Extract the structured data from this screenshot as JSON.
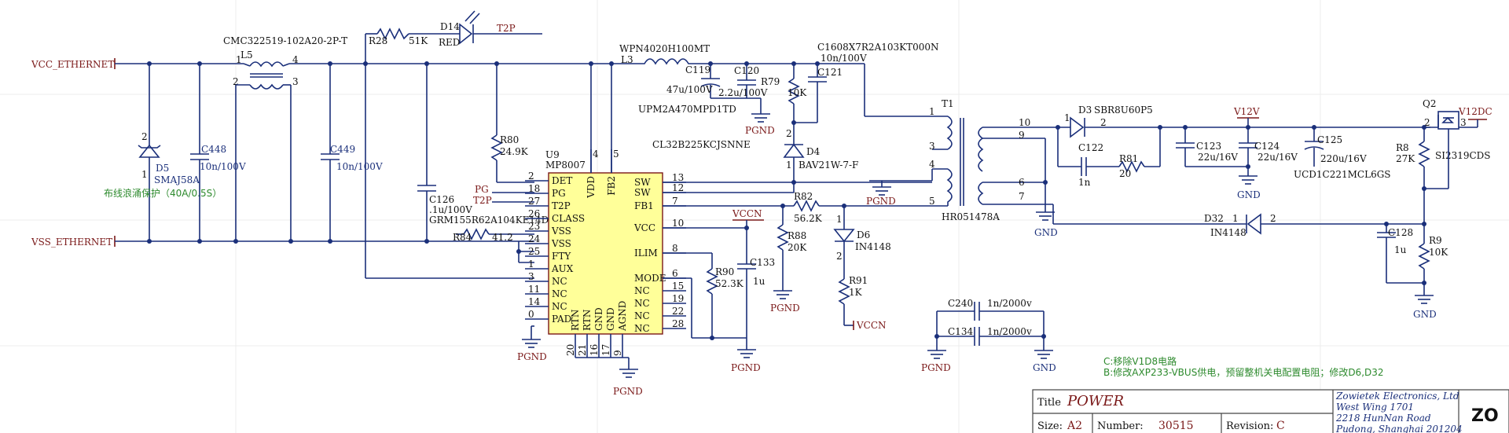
{
  "nets": {
    "vcc_eth": "VCC_ETHERNET",
    "vss_eth": "VSS_ETHERNET",
    "pg": "PG",
    "t2p_in": "T2P",
    "t2p_out": "T2P",
    "vccn1": "VCCN",
    "vccn2": "VCCN",
    "v12v": "V12V",
    "v12dc": "V12DC"
  },
  "grounds": {
    "pgnd": "PGND",
    "gnd": "GND"
  },
  "parts": {
    "l5_part": "CMC322519-102A20-2P-T",
    "l5": "L5",
    "l5_p1": "1",
    "l5_p2": "2",
    "l5_p3": "3",
    "l5_p4": "4",
    "d5": "D5",
    "d5_val": "SMAJ58A",
    "d5_note": "布线浪涌保护（40A/0.5S）",
    "c448": "C448",
    "c448_val": "10n/100V",
    "c449": "C449",
    "c449_val": "10n/100V",
    "r28": "R28",
    "r28_val": "51K",
    "d14": "D14",
    "d14_val": "RED",
    "l3_part": "WPN4020H100MT",
    "l3": "L3",
    "c119": "C119",
    "c119_val": "47u/100V",
    "c120": "C120",
    "c120_val": "2.2u/100V",
    "c119_part": "UPM2A470MPD1TD",
    "c121_part": "C1608X7R2A103KT000N",
    "c121": "C121",
    "c121_val": "10n/100V",
    "r79": "R79",
    "r79_val": "10K",
    "d4_part": "CL32B225KCJSNNE",
    "d4": "D4",
    "d4_val": "BAV21W-7-F",
    "r80": "R80",
    "r80_val": "24.9K",
    "c126": "C126",
    "c126_val": ".1u/100V",
    "c126_part": "GRM155R62A104KE14D",
    "r84": "R84",
    "r84_val": "41.2",
    "u9": "U9",
    "u9_val": "MP8007",
    "r82": "R82",
    "r82_val": "56.2K",
    "r88": "R88",
    "r88_val": "20K",
    "d6": "D6",
    "d6_val": "IN4148",
    "r91": "R91",
    "r91_val": "1K",
    "r90": "R90",
    "r90_val": "52.3K",
    "c133": "C133",
    "c133_val": "1u",
    "t1": "T1",
    "t1_val": "HR051478A",
    "d3": "D3",
    "d3_val": "SBR8U60P5",
    "c122": "C122",
    "c122_val": "1n",
    "r81": "R81",
    "r81_val": "20",
    "c123": "C123",
    "c123_val": "22u/16V",
    "c124": "C124",
    "c124_val": "22u/16V",
    "c125": "C125",
    "c125_val": "220u/16V",
    "c125_part": "UCD1C221MCL6GS",
    "q2": "Q2",
    "q2_val": "SI2319CDS",
    "r8": "R8",
    "r8_val": "27K",
    "d32": "D32",
    "d32_val": "IN4148",
    "c128": "C128",
    "c128_val": "1u",
    "r9": "R9",
    "r9_val": "10K",
    "c240": "C240",
    "c240_val": "1n/2000v",
    "c134": "C134",
    "c134_val": "1n/2000v"
  },
  "u9_pins": {
    "left": [
      {
        "num": "2",
        "name": "DET"
      },
      {
        "num": "18",
        "name": "PG"
      },
      {
        "num": "27",
        "name": "T2P"
      },
      {
        "num": "26",
        "name": "CLASS"
      },
      {
        "num": "23",
        "name": "VSS"
      },
      {
        "num": "24",
        "name": "VSS"
      },
      {
        "num": "25",
        "name": "FTY"
      },
      {
        "num": "1",
        "name": "AUX"
      },
      {
        "num": "3",
        "name": "NC"
      },
      {
        "num": "11",
        "name": "NC"
      },
      {
        "num": "14",
        "name": "NC"
      },
      {
        "num": "0",
        "name": "PAD"
      }
    ],
    "right": [
      {
        "num": "13",
        "name": "SW"
      },
      {
        "num": "12",
        "name": "SW"
      },
      {
        "num": "7",
        "name": "FB1"
      },
      {
        "num": "10",
        "name": "VCC"
      },
      {
        "num": "8",
        "name": "ILIM"
      },
      {
        "num": "6",
        "name": "MODE"
      },
      {
        "num": "15",
        "name": "NC"
      },
      {
        "num": "19",
        "name": "NC"
      },
      {
        "num": "22",
        "name": "NC"
      },
      {
        "num": "28",
        "name": "NC"
      }
    ],
    "top": [
      {
        "num": "4",
        "name": "VDD"
      },
      {
        "num": "5",
        "name": "FB2"
      }
    ],
    "bottom": [
      {
        "num": "20",
        "name": "RTN"
      },
      {
        "num": "21",
        "name": "RTN"
      },
      {
        "num": "16",
        "name": "GND"
      },
      {
        "num": "17",
        "name": "GND"
      },
      {
        "num": "9",
        "name": "AGND"
      }
    ]
  },
  "t1_pins": [
    "1",
    "3",
    "4",
    "5",
    "10",
    "9",
    "6",
    "7"
  ],
  "d3_pins": [
    "1",
    "2"
  ],
  "d32_pins": [
    "1",
    "2"
  ],
  "q2_pins": [
    "2",
    "3"
  ],
  "notes": {
    "c": "C:移除V1D8电路",
    "b": "B:修改AXP233-VBUS供电，预留整机关电配置电阻；修改D6,D32"
  },
  "title_block": {
    "title_label": "Title",
    "title_value": "POWER",
    "size_label": "Size:",
    "size_value": "A2",
    "number_label": "Number:",
    "number_value": "30515",
    "revision_label": "Revision:",
    "revision_value": "C",
    "company": [
      "Zowietek Electronics, Ltd",
      "West Wing 1701",
      "2218 HunNan Road",
      "Pudong, Shanghai 201204"
    ],
    "logo": "ZO"
  }
}
